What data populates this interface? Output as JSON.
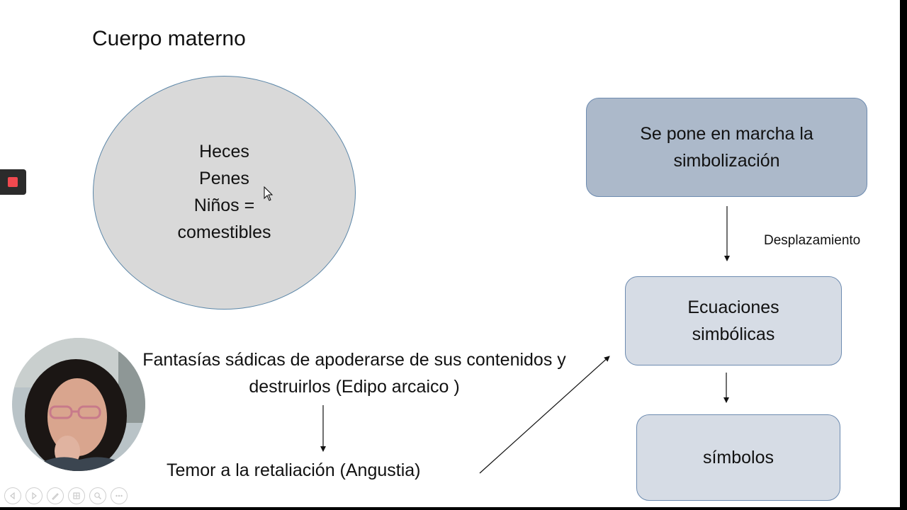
{
  "slide": {
    "title": "Cuerpo materno",
    "ellipse_lines": [
      "Heces",
      "Penes",
      "Niños =",
      "comestibles"
    ],
    "fantasias_lines": [
      "Fantasías  sádicas de apoderarse de sus contenidos y",
      "destruirlos (Edipo arcaico )"
    ],
    "temor": "Temor a la retaliación  (Angustia)",
    "box_simbolizacion": [
      "Se pone en marcha la",
      "simbolización"
    ],
    "desplazamiento": "Desplazamiento",
    "box_ecuaciones": [
      "Ecuaciones",
      "simbólicas"
    ],
    "box_simbolos": "símbolos"
  },
  "colors": {
    "ellipse_fill": "#d9d9d9",
    "box_dark": "#acb9ca",
    "box_light": "#d6dce5",
    "box_border": "#6d8bb0",
    "record_red": "#f0494f"
  },
  "icons": {
    "record": "record-stop-icon",
    "cursor": "mouse-pointer-icon",
    "controls": [
      "previous-icon",
      "next-icon",
      "pen-icon",
      "slides-icon",
      "zoom-icon",
      "more-icon"
    ]
  }
}
